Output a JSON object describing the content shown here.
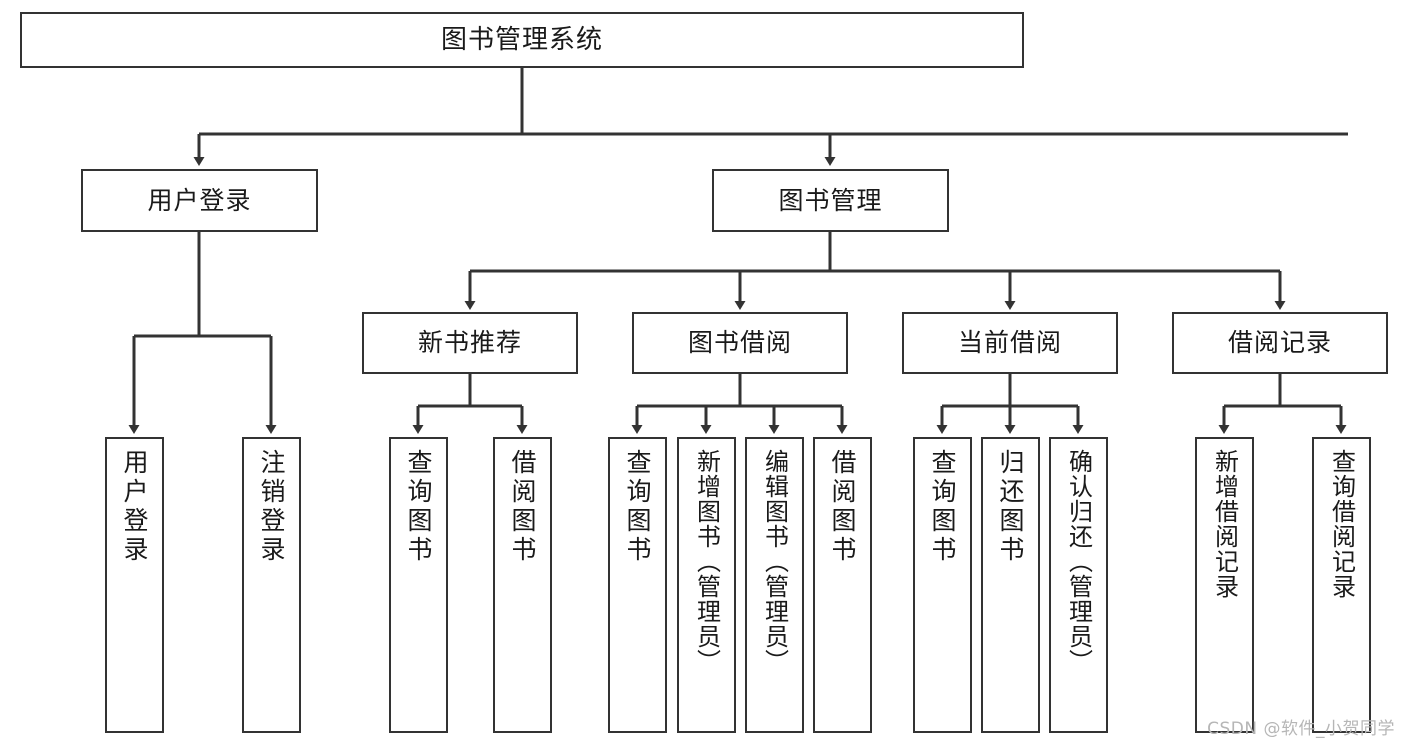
{
  "diagram": {
    "title": "图书管理系统",
    "type": "tree",
    "watermark": "CSDN @软件_小贺同学",
    "root": {
      "id": "root",
      "label": "图书管理系统"
    },
    "level2": [
      {
        "id": "user-login",
        "label": "用户登录"
      },
      {
        "id": "book-manage",
        "label": "图书管理"
      }
    ],
    "level3": [
      {
        "id": "new-book-recommend",
        "label": "新书推荐"
      },
      {
        "id": "book-borrow",
        "label": "图书借阅"
      },
      {
        "id": "current-borrow",
        "label": "当前借阅"
      },
      {
        "id": "borrow-record",
        "label": "借阅记录"
      }
    ],
    "leaves": {
      "user_login": [
        {
          "id": "leaf-user-login",
          "label": "用户登录"
        },
        {
          "id": "leaf-logout",
          "label": "注销登录"
        }
      ],
      "new_book_recommend": [
        {
          "id": "leaf-query-book-1",
          "label": "查询图书"
        },
        {
          "id": "leaf-borrow-book-1",
          "label": "借阅图书"
        }
      ],
      "book_borrow": [
        {
          "id": "leaf-query-book-2",
          "label": "查询图书"
        },
        {
          "id": "leaf-add-book",
          "label": "新增图书（管理员）"
        },
        {
          "id": "leaf-edit-book",
          "label": "编辑图书（管理员）"
        },
        {
          "id": "leaf-borrow-book-2",
          "label": "借阅图书"
        }
      ],
      "current_borrow": [
        {
          "id": "leaf-query-book-3",
          "label": "查询图书"
        },
        {
          "id": "leaf-return-book",
          "label": "归还图书"
        },
        {
          "id": "leaf-confirm-return",
          "label": "确认归还（管理员）"
        }
      ],
      "borrow_record": [
        {
          "id": "leaf-add-record",
          "label": "新增借阅记录"
        },
        {
          "id": "leaf-query-record",
          "label": "查询借阅记录"
        }
      ]
    },
    "colors": {
      "node_border": "#333333",
      "node_fill": "#ffffff",
      "edge": "#333333",
      "text": "#1a1a1a",
      "watermark": "#b6b6b6",
      "background": "#ffffff"
    }
  }
}
